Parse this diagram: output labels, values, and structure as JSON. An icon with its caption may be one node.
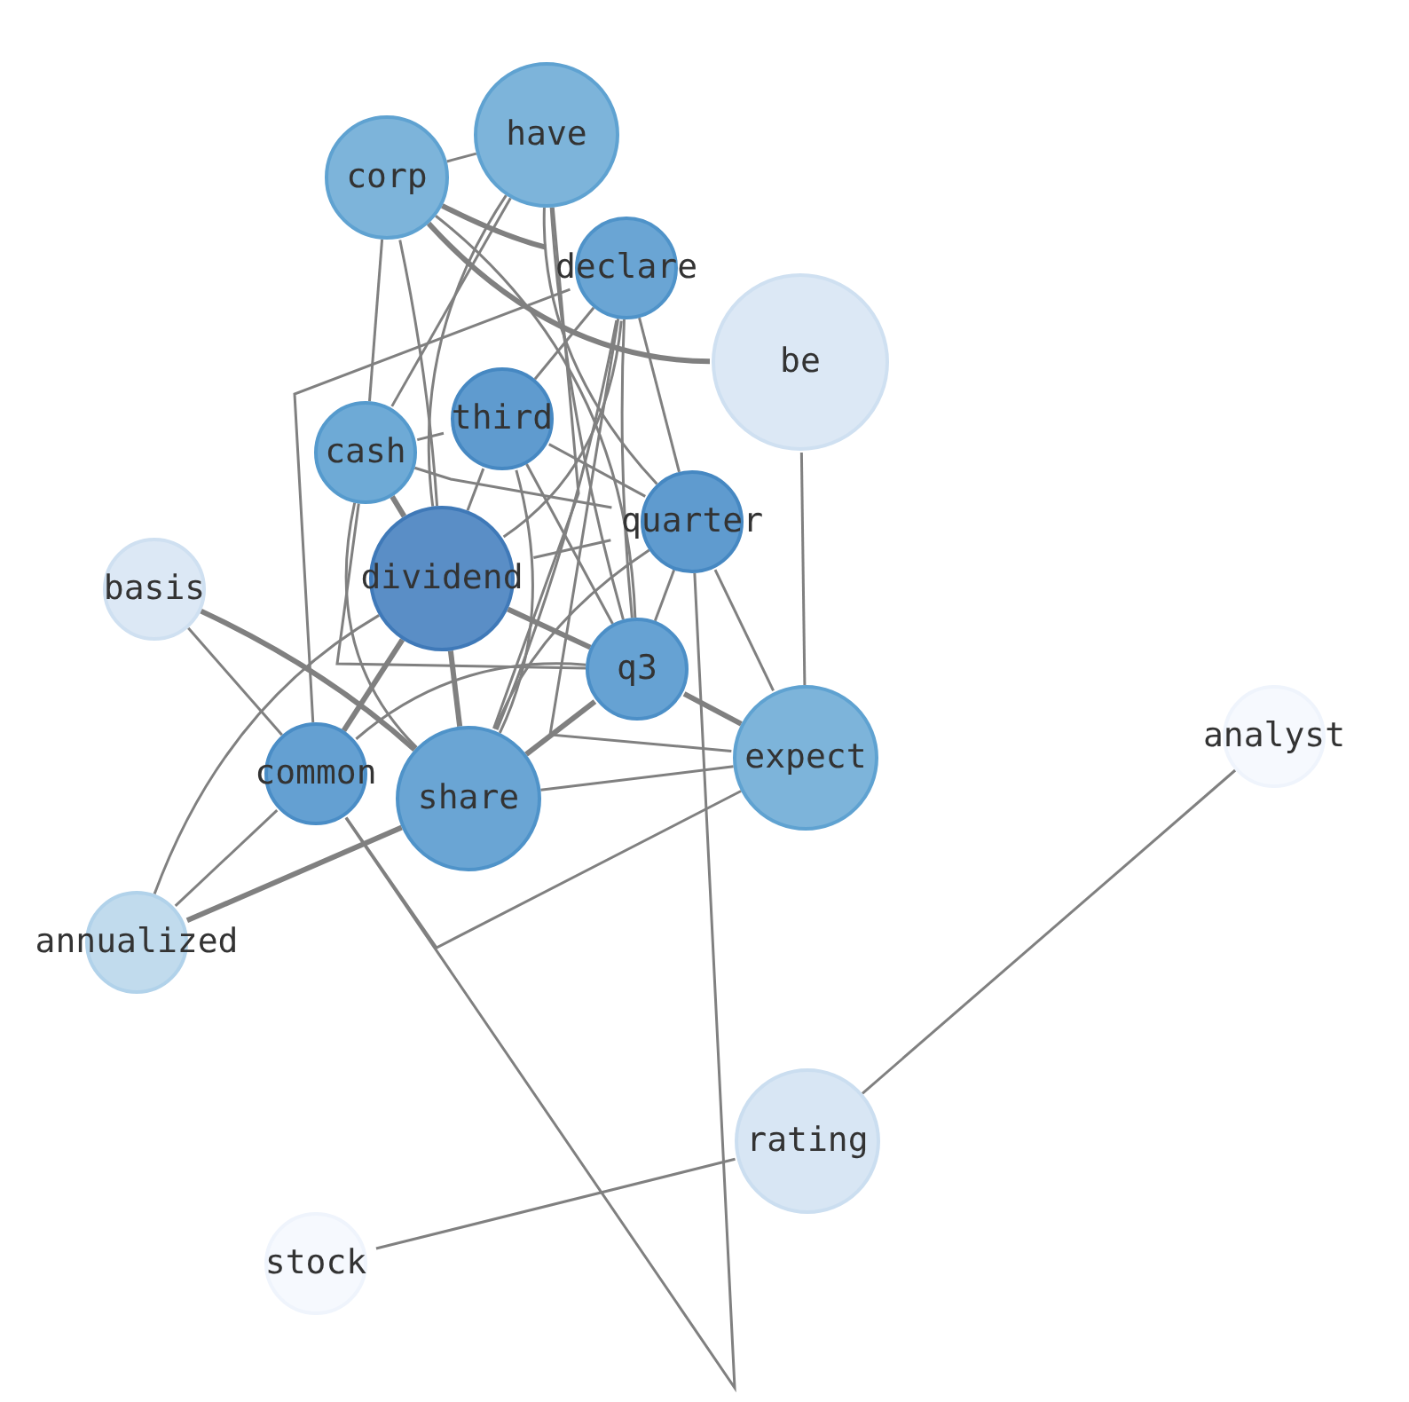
{
  "diagram": {
    "nodes": [
      {
        "text": [
          "have"
        ]
      },
      {
        "text": [
          "corp"
        ]
      },
      {
        "text": [
          "declare"
        ]
      },
      {
        "text": [
          "be"
        ]
      },
      {
        "text": [
          "third"
        ]
      },
      {
        "text": [
          "cash"
        ]
      },
      {
        "text": [
          "quarter"
        ]
      },
      {
        "text": [
          "basis"
        ]
      },
      {
        "text": [
          "dividend"
        ]
      },
      {
        "text": [
          "q3"
        ]
      },
      {
        "text": [
          "analyst"
        ]
      },
      {
        "text": [
          "expect"
        ]
      },
      {
        "text": [
          "common"
        ]
      },
      {
        "text": [
          "share"
        ]
      },
      {
        "text": [
          "annualized"
        ]
      },
      {
        "text": [
          "rating"
        ]
      },
      {
        "text": [
          "stock"
        ]
      }
    ],
    "edges": [
      {
        "from": 1,
        "to": 0,
        "arrow": "none"
      },
      {
        "from": 1,
        "to": 2,
        "arrow": "none",
        "style": "thick"
      },
      {
        "from": 1,
        "to": 3,
        "arrow": "none",
        "style": "thick"
      },
      {
        "from": 1,
        "to": 5,
        "arrow": "none"
      },
      {
        "from": 1,
        "to": 8,
        "arrow": "none"
      },
      {
        "from": 1,
        "to": 9,
        "arrow": "none"
      },
      {
        "from": 0,
        "to": 5,
        "arrow": "none"
      },
      {
        "from": 0,
        "to": 8,
        "arrow": "none"
      },
      {
        "from": 0,
        "to": 13,
        "arrow": "none"
      },
      {
        "from": 0,
        "to": 6,
        "arrow": "none"
      },
      {
        "from": 0,
        "to": 9,
        "arrow": "none"
      },
      {
        "from": 2,
        "to": 4,
        "arrow": "none"
      },
      {
        "from": 2,
        "to": 8,
        "arrow": "none"
      },
      {
        "from": 2,
        "to": 12,
        "arrow": "none"
      },
      {
        "from": 2,
        "to": 13,
        "arrow": "none"
      },
      {
        "from": 2,
        "to": 9,
        "arrow": "none"
      },
      {
        "from": 2,
        "to": 6,
        "arrow": "none"
      },
      {
        "from": 2,
        "to": 11,
        "arrow": "none"
      },
      {
        "from": 4,
        "to": 5,
        "arrow": "none"
      },
      {
        "from": 4,
        "to": 8,
        "arrow": "none"
      },
      {
        "from": 4,
        "to": 6,
        "arrow": "none"
      },
      {
        "from": 4,
        "to": 13,
        "arrow": "none"
      },
      {
        "from": 4,
        "to": 9,
        "arrow": "none"
      },
      {
        "from": 5,
        "to": 6,
        "arrow": "none"
      },
      {
        "from": 5,
        "to": 8,
        "arrow": "none",
        "style": "thick"
      },
      {
        "from": 5,
        "to": 9,
        "arrow": "none"
      },
      {
        "from": 5,
        "to": 13,
        "arrow": "none"
      },
      {
        "from": 8,
        "to": 6,
        "arrow": "none"
      },
      {
        "from": 8,
        "to": 9,
        "arrow": "none",
        "style": "thick"
      },
      {
        "from": 8,
        "to": 12,
        "arrow": "none",
        "style": "thick"
      },
      {
        "from": 8,
        "to": 13,
        "arrow": "none",
        "style": "thick"
      },
      {
        "from": 8,
        "to": 14,
        "arrow": "none"
      },
      {
        "from": 6,
        "to": 9,
        "arrow": "none"
      },
      {
        "from": 6,
        "to": 12,
        "arrow": "none"
      },
      {
        "from": 6,
        "to": 13,
        "arrow": "none"
      },
      {
        "from": 6,
        "to": 11,
        "arrow": "none"
      },
      {
        "from": 9,
        "to": 13,
        "arrow": "none",
        "style": "thick"
      },
      {
        "from": 9,
        "to": 12,
        "arrow": "none"
      },
      {
        "from": 9,
        "to": 11,
        "arrow": "none",
        "style": "thick"
      },
      {
        "from": 3,
        "to": 11,
        "arrow": "none"
      },
      {
        "from": 11,
        "to": 13,
        "arrow": "none"
      },
      {
        "from": 11,
        "to": 12,
        "arrow": "none"
      },
      {
        "from": 7,
        "to": 13,
        "arrow": "none",
        "style": "thick"
      },
      {
        "from": 7,
        "to": 12,
        "arrow": "none"
      },
      {
        "from": 14,
        "to": 13,
        "arrow": "none",
        "style": "thick"
      },
      {
        "from": 14,
        "to": 12,
        "arrow": "none"
      },
      {
        "from": 10,
        "to": 15,
        "arrow": "none"
      },
      {
        "from": 15,
        "to": 16,
        "arrow": "none"
      }
    ]
  }
}
